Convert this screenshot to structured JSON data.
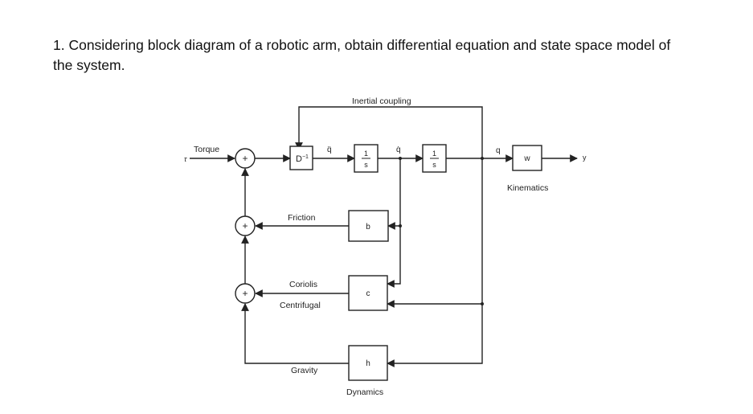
{
  "question": {
    "line1": "1. Considering block diagram of a robotic arm, obtain differential equation and state space model of",
    "line2": "the system."
  },
  "diagram": {
    "input_label": "Torque",
    "input_symbol": "τ",
    "output_symbol": "y",
    "sum_sign": "+",
    "signals": {
      "q_ddot": "q̈",
      "q_dot": "q̇",
      "q": "q"
    },
    "blocks": {
      "d_inverse": "D",
      "d_inverse_exp": "−1",
      "integrator_num": "1",
      "integrator_den": "s",
      "w": "w",
      "b": "b",
      "c": "c",
      "h": "h"
    },
    "labels": {
      "inertial_coupling": "Inertial coupling",
      "kinematics": "Kinematics",
      "friction": "Friction",
      "coriolis": "Coriolis",
      "centrifugal": "Centrifugal",
      "gravity": "Gravity",
      "dynamics": "Dynamics"
    }
  }
}
